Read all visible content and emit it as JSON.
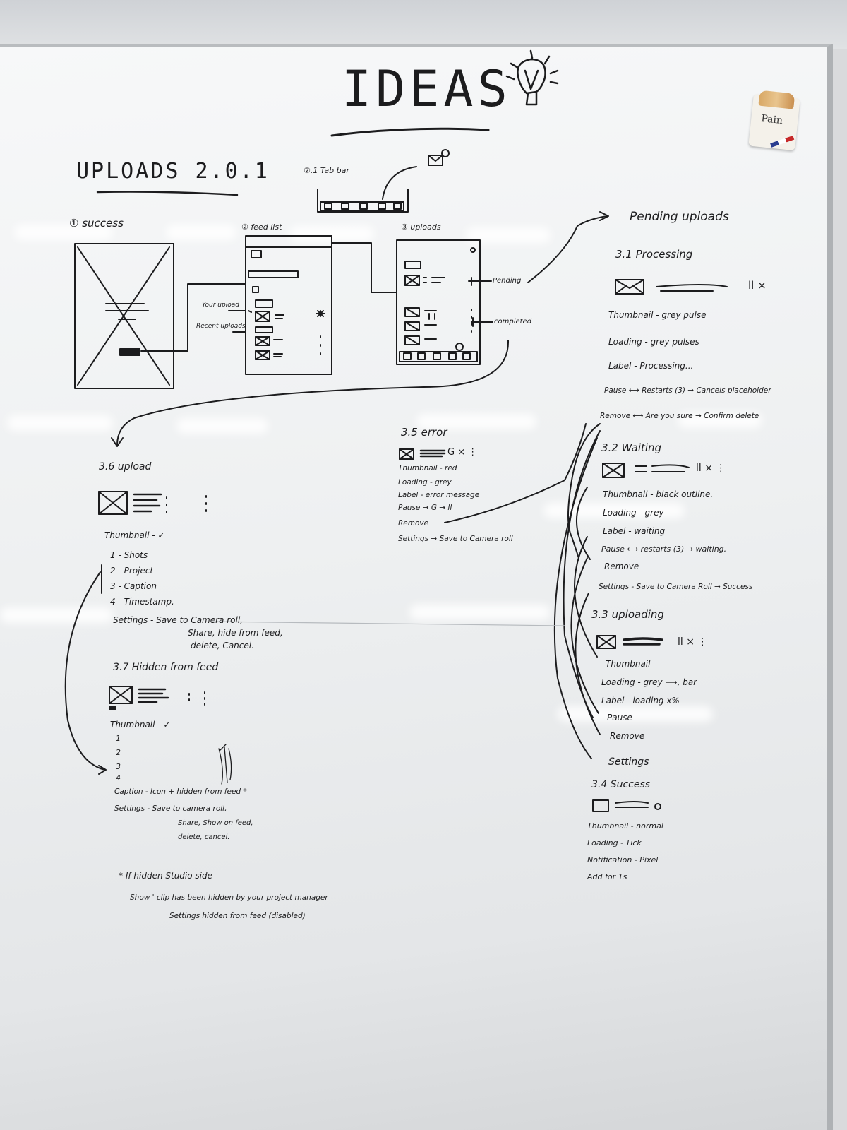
{
  "board": {
    "title": "IDEAS",
    "subtitle": "UPLOADS 2.0.1",
    "magnet_text": "Pain"
  },
  "sketches": {
    "s1": "① success",
    "s2": "② feed list",
    "s21": "②.1 Tab bar",
    "s3": "③ uploads",
    "your_upload": "Your upload",
    "recent_uploads": "Recent uploads",
    "pending": "Pending",
    "completed": "completed"
  },
  "pending_header": "Pending uploads",
  "s31": {
    "title": "3.1 Processing",
    "controls": "ll ×",
    "lines": [
      "Thumbnail - grey pulse",
      "Loading - grey pulses",
      "Label - Processing...",
      "Pause ⟷ Restarts (3) → Cancels placeholder",
      "Remove ⟷ Are you sure → Confirm delete"
    ]
  },
  "s32": {
    "title": "3.2 Waiting",
    "controls": "ll × ⋮",
    "lines": [
      "Thumbnail - black outline.",
      "Loading - grey",
      "Label - waiting",
      "Pause ⟷ restarts (3) → waiting.",
      "Remove",
      "Settings - Save to Camera Roll → Success"
    ]
  },
  "s33": {
    "title": "3.3 uploading",
    "controls": "ll × ⋮",
    "lines": [
      "Thumbnail",
      "Loading - grey ⟶, bar",
      "Label - loading x%",
      "Pause",
      "Remove",
      "Settings"
    ]
  },
  "s34": {
    "title": "3.4 Success",
    "lines": [
      "Thumbnail - normal",
      "Loading - Tick",
      "Notification - Pixel",
      "Add for 1s"
    ]
  },
  "s35": {
    "title": "3.5 error",
    "controls": "G × ⋮",
    "lines": [
      "Thumbnail - red",
      "Loading - grey",
      "Label - error message",
      "Pause → G → ll",
      "Remove",
      "Settings → Save to Camera roll"
    ]
  },
  "s36": {
    "title": "3.6 upload",
    "lines": [
      "Thumbnail - ✓",
      "1 - Shots",
      "2 - Project",
      "3 - Caption",
      "4 - Timestamp.",
      "Settings - Save to Camera roll,",
      "Share, hide from feed,",
      "delete, Cancel."
    ]
  },
  "s37": {
    "title": "3.7 Hidden from feed",
    "lines": [
      "Thumbnail - ✓",
      "1",
      "2",
      "3",
      "4",
      "Caption - Icon + hidden from feed *",
      "Settings - Save to camera roll,",
      "Share, Show on feed,",
      "delete, cancel."
    ]
  },
  "footnote": {
    "lines": [
      "* If hidden Studio side",
      "Show ' clip has been hidden by your project manager",
      "Settings hidden from feed (disabled)"
    ]
  }
}
